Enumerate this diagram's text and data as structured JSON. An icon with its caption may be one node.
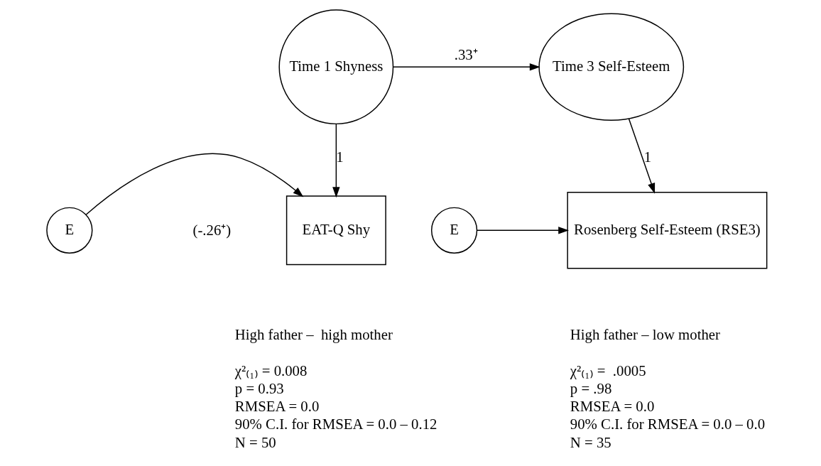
{
  "diagram": {
    "nodes": [
      {
        "text": [
          "Time 1 Shyness"
        ]
      },
      {
        "text": [
          "Time 3 Self-Esteem"
        ]
      },
      {
        "text": [
          "EAT-Q Shy"
        ]
      },
      {
        "text": [
          "E"
        ]
      },
      {
        "text": [
          "Rosenberg Self-Esteem (RSE3)"
        ]
      },
      {
        "text": [
          "E"
        ]
      }
    ],
    "edges": [
      {
        "from": 0,
        "to": 1,
        "arrow": "to",
        "label": ".33⁺"
      },
      {
        "from": 0,
        "to": 2,
        "arrow": "to",
        "label": "1"
      },
      {
        "from": 3,
        "to": 2,
        "arrow": "to"
      },
      {
        "from": 1,
        "to": 4,
        "arrow": "to",
        "label": "1"
      },
      {
        "from": 5,
        "to": 4,
        "arrow": "to"
      }
    ],
    "labels": [
      "(-.26⁺)",
      "High father –  high mother",
      "χ²₍₁₎ = 0.008",
      "p = 0.93",
      "RMSEA = 0.0",
      "90% C.I. for RMSEA = 0.0 – 0.12",
      "N = 50",
      "High father – low mother",
      "χ²₍₁₎ =  .0005",
      "p = .98",
      "RMSEA = 0.0",
      "90% C.I. for RMSEA = 0.0 – 0.0",
      "N = 35"
    ]
  }
}
